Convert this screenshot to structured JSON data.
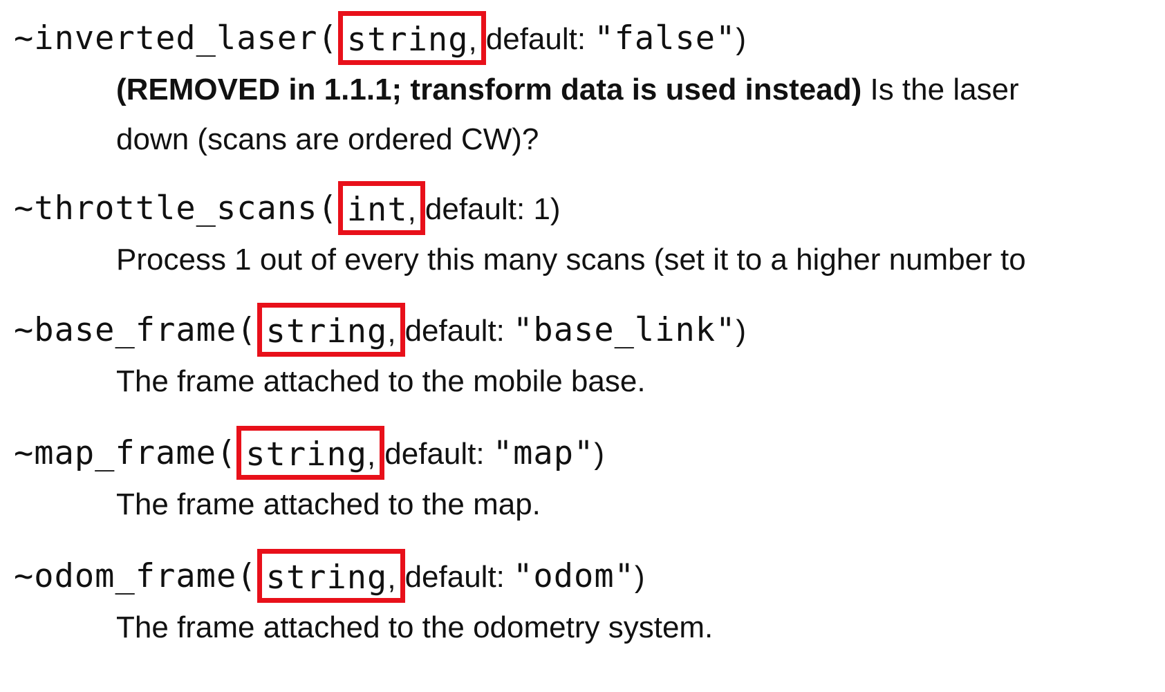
{
  "params": [
    {
      "name": "~inverted_laser",
      "open": "(",
      "type": "string",
      "sep": ",",
      "default_label": "default: ",
      "default_value": "\"false\"",
      "close": ")",
      "desc_bold": "(REMOVED in 1.1.1; transform data is used instead)",
      "desc_line1": " Is the laser",
      "desc_line2": "down (scans are ordered CW)?"
    },
    {
      "name": "~throttle_scans",
      "open": "(",
      "type": "int",
      "sep": ",",
      "default_label": "default: ",
      "default_value": "1",
      "close": ")",
      "desc_line1": "Process 1 out of every this many scans (set it to a higher number to"
    },
    {
      "name": "~base_frame",
      "open": "(",
      "type": "string",
      "sep": ",",
      "default_label": "default: ",
      "default_value": "\"base_link\"",
      "close": ")",
      "desc_line1": "The frame attached to the mobile base."
    },
    {
      "name": "~map_frame",
      "open": "(",
      "type": "string",
      "sep": ",",
      "default_label": "default: ",
      "default_value": "\"map\"",
      "close": ")",
      "desc_line1": "The frame attached to the map."
    },
    {
      "name": "~odom_frame",
      "open": "(",
      "type": "string",
      "sep": ",",
      "default_label": "default: ",
      "default_value": "\"odom\"",
      "close": ")",
      "desc_line1": "The frame attached to the odometry system."
    }
  ],
  "highlight_color": "#e8101a"
}
